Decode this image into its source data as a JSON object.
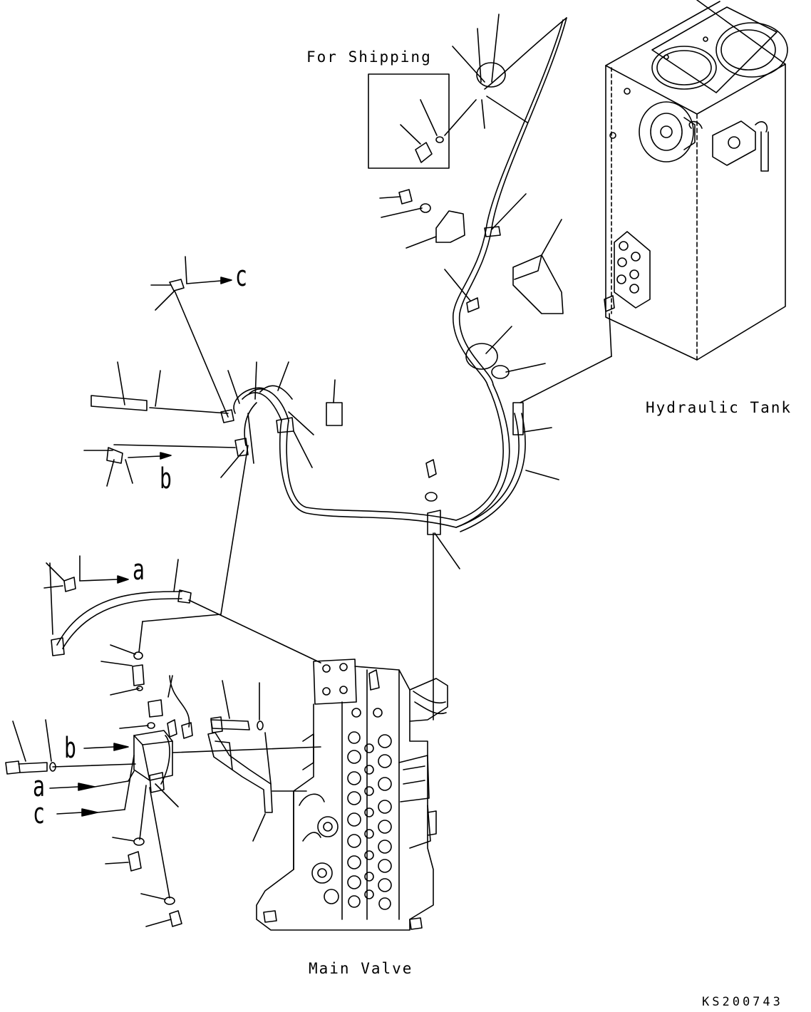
{
  "labels": {
    "for_shipping": "For Shipping",
    "hydraulic_tank": "Hydraulic Tank",
    "main_valve": "Main Valve",
    "drawing_code": "KS200743"
  },
  "ref_letters": {
    "c_upper": "c",
    "b_upper": "b",
    "a_upper": "a",
    "b_lower": "b",
    "a_lower": "a",
    "c_lower": "c"
  },
  "colors": {
    "line": "#000000",
    "background": "#ffffff"
  }
}
